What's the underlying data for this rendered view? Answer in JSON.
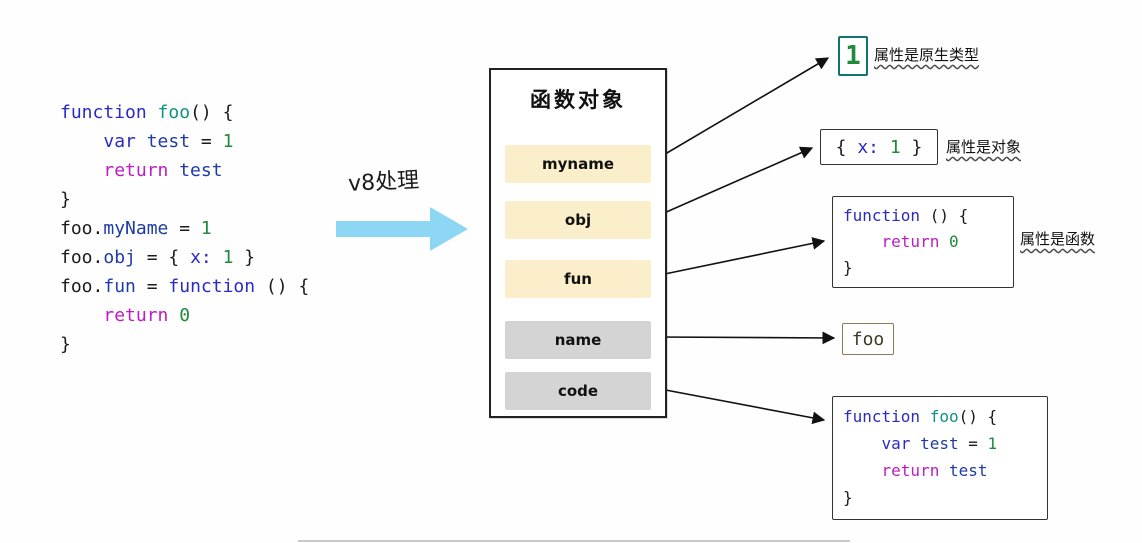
{
  "source_code": {
    "lines": [
      [
        {
          "t": "function ",
          "c": "kw"
        },
        {
          "t": "foo",
          "c": "fn"
        },
        {
          "t": "() {",
          "c": "pl"
        }
      ],
      [
        {
          "t": "    ",
          "c": "pl"
        },
        {
          "t": "var ",
          "c": "kw"
        },
        {
          "t": "test",
          "c": "id"
        },
        {
          "t": " = ",
          "c": "pl"
        },
        {
          "t": "1",
          "c": "num"
        }
      ],
      [
        {
          "t": "    ",
          "c": "pl"
        },
        {
          "t": "return ",
          "c": "ret"
        },
        {
          "t": "test",
          "c": "id"
        }
      ],
      [
        {
          "t": "}",
          "c": "pl"
        }
      ],
      [
        {
          "t": "foo.",
          "c": "pl"
        },
        {
          "t": "myName",
          "c": "id"
        },
        {
          "t": " = ",
          "c": "pl"
        },
        {
          "t": "1",
          "c": "num"
        }
      ],
      [
        {
          "t": "foo.",
          "c": "pl"
        },
        {
          "t": "obj",
          "c": "id"
        },
        {
          "t": " = { ",
          "c": "pl"
        },
        {
          "t": "x: ",
          "c": "kw"
        },
        {
          "t": "1",
          "c": "num"
        },
        {
          "t": " }",
          "c": "pl"
        }
      ],
      [
        {
          "t": "foo.",
          "c": "pl"
        },
        {
          "t": "fun",
          "c": "id"
        },
        {
          "t": " = ",
          "c": "pl"
        },
        {
          "t": "function",
          "c": "kw"
        },
        {
          "t": " () {",
          "c": "pl"
        }
      ],
      [
        {
          "t": "    ",
          "c": "pl"
        },
        {
          "t": "return ",
          "c": "ret"
        },
        {
          "t": "0",
          "c": "num"
        }
      ],
      [
        {
          "t": "}",
          "c": "pl"
        }
      ]
    ]
  },
  "v8": {
    "label": "v8处理"
  },
  "function_object": {
    "title": "函数对象",
    "rows": [
      {
        "label": "myname",
        "kind": "property"
      },
      {
        "label": "obj",
        "kind": "property"
      },
      {
        "label": "fun",
        "kind": "property"
      },
      {
        "label": "name",
        "kind": "internal"
      },
      {
        "label": "code",
        "kind": "internal"
      }
    ]
  },
  "values": {
    "primitive": {
      "value": "1",
      "annotation": "属性是原生类型"
    },
    "object": {
      "annotation": "属性是对象",
      "lines": [
        [
          {
            "t": "{ ",
            "c": "pl"
          },
          {
            "t": "x: ",
            "c": "kw"
          },
          {
            "t": "1",
            "c": "num"
          },
          {
            "t": " }",
            "c": "pl"
          }
        ]
      ]
    },
    "function": {
      "annotation": "属性是函数",
      "lines": [
        [
          {
            "t": "function",
            "c": "kw"
          },
          {
            "t": " () {",
            "c": "pl"
          }
        ],
        [
          {
            "t": "    ",
            "c": "pl"
          },
          {
            "t": "return ",
            "c": "ret"
          },
          {
            "t": "0",
            "c": "num"
          }
        ],
        [
          {
            "t": "}",
            "c": "pl"
          }
        ]
      ]
    },
    "name": {
      "value": "foo"
    },
    "code": {
      "lines": [
        [
          {
            "t": "function ",
            "c": "kw"
          },
          {
            "t": "foo",
            "c": "fn"
          },
          {
            "t": "() {",
            "c": "pl"
          }
        ],
        [
          {
            "t": "    ",
            "c": "pl"
          },
          {
            "t": "var ",
            "c": "kw"
          },
          {
            "t": "test",
            "c": "id"
          },
          {
            "t": " = ",
            "c": "pl"
          },
          {
            "t": "1",
            "c": "num"
          }
        ],
        [
          {
            "t": "    ",
            "c": "pl"
          },
          {
            "t": "return ",
            "c": "ret"
          },
          {
            "t": "test",
            "c": "id"
          }
        ],
        [
          {
            "t": "}",
            "c": "pl"
          }
        ]
      ]
    }
  },
  "colors": {
    "v8_arrow_fill": "#8ed7f4",
    "property_row_bg": "#fbeecb",
    "internal_row_bg": "#d4d4d4",
    "keyword": "#2a2ac4",
    "function_name": "#0e9382",
    "number": "#1f8a3b",
    "return_keyword": "#bb1cc4",
    "identifier": "#1f3ba6",
    "plain_code": "#1a1a1a",
    "primitive_box_border": "#0f766e"
  }
}
